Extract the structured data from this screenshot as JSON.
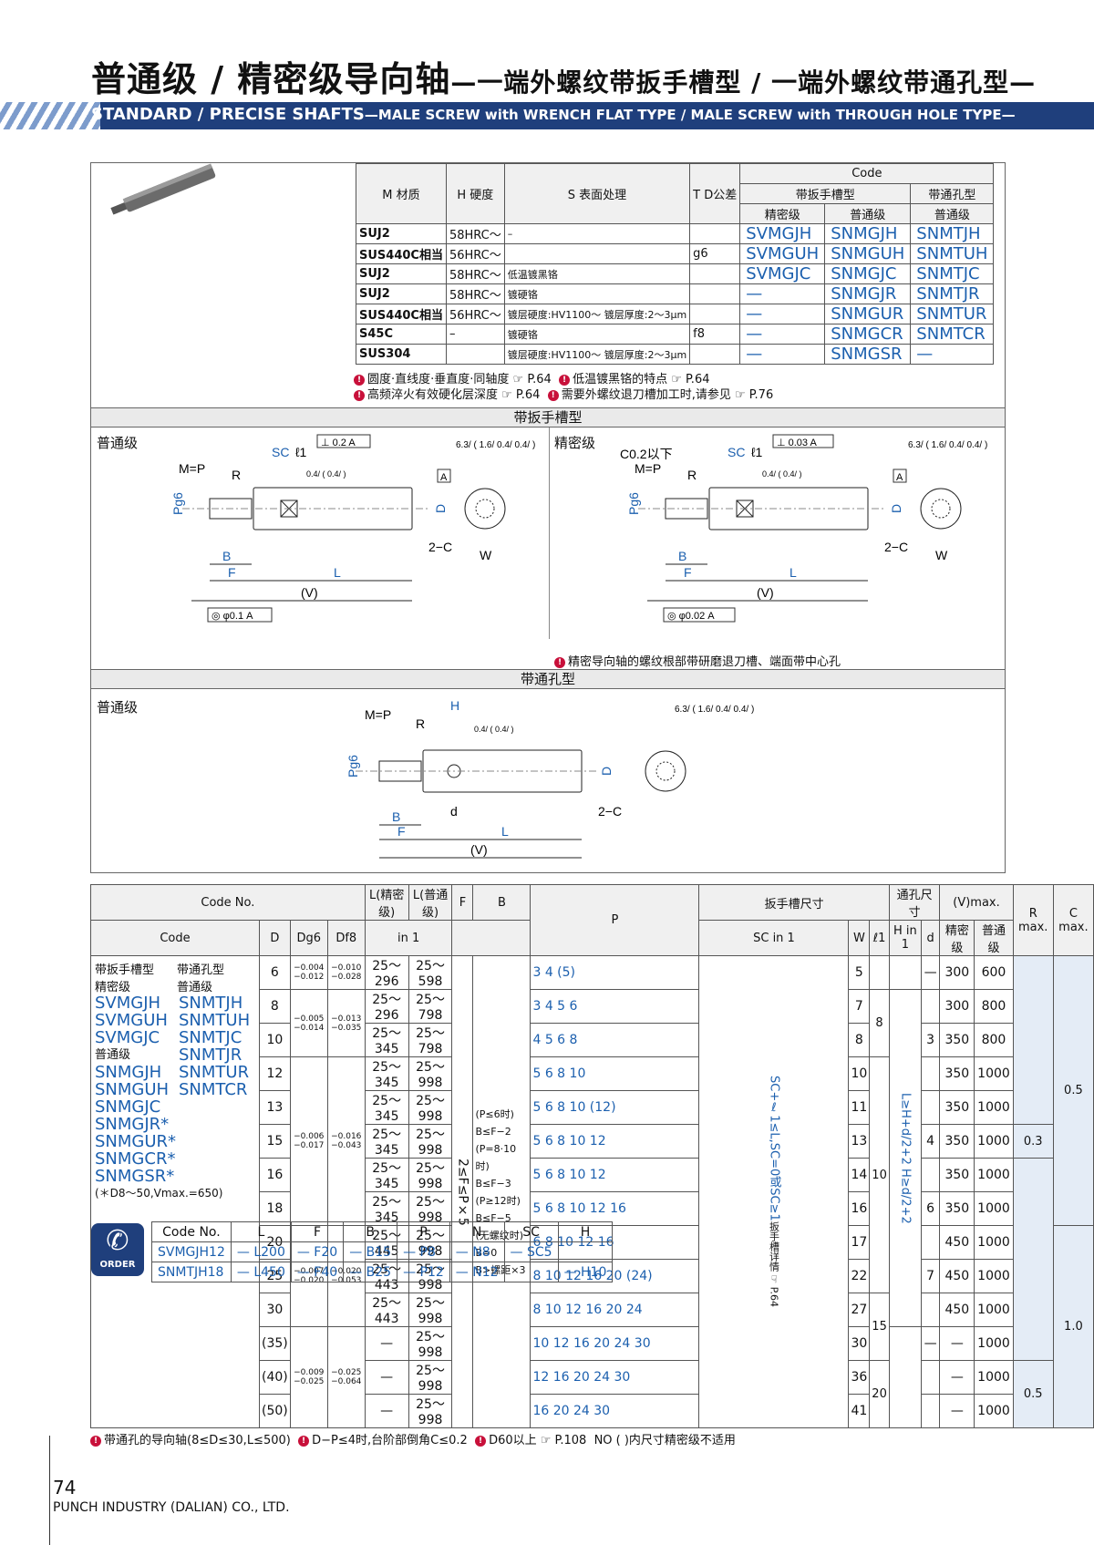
{
  "header": {
    "title": "普通级 / 精密级导向轴",
    "title_sub": "—一端外螺纹带扳手槽型 / 一端外螺纹带通孔型—",
    "subtitle": "STANDARD / PRECISE SHAFTS",
    "subtitle_sub": "—MALE SCREW with WRENCH FLAT TYPE / MALE SCREW with THROUGH HOLE TYPE—"
  },
  "material_table": {
    "headers": {
      "material": "M 材质",
      "hardness": "H 硬度",
      "surface": "S 表面处理",
      "tolerance": "T D公差",
      "code": "Code",
      "wrench": "带扳手槽型",
      "hole": "带通孔型",
      "precise": "精密级",
      "normal": "普通级",
      "normal2": "普通级"
    },
    "rows": [
      {
        "mat": "SUJ2",
        "hard": "58HRC～",
        "surf": "–",
        "tol": "",
        "c1": "SVMGJH",
        "c2": "SNMGJH",
        "c3": "SNMTJH"
      },
      {
        "mat": "SUS440C相当",
        "hard": "56HRC～",
        "surf": "",
        "tol": "g6",
        "c1": "SVMGUH",
        "c2": "SNMGUH",
        "c3": "SNMTUH"
      },
      {
        "mat": "SUJ2",
        "hard": "58HRC～",
        "surf": "低温镀黑铬",
        "tol": "",
        "c1": "SVMGJC",
        "c2": "SNMGJC",
        "c3": "SNMTJC"
      },
      {
        "mat": "SUJ2",
        "hard": "58HRC～",
        "surf": "镀硬铬",
        "tol": "",
        "c1": "—",
        "c2": "SNMGJR",
        "c3": "SNMTJR"
      },
      {
        "mat": "SUS440C相当",
        "hard": "56HRC～",
        "surf": "镀层硬度:HV1100～ 镀层厚度:2～3μm",
        "tol": "",
        "c1": "—",
        "c2": "SNMGUR",
        "c3": "SNMTUR"
      },
      {
        "mat": "S45C",
        "hard": "–",
        "surf": "镀硬铬",
        "tol": "f8",
        "c1": "—",
        "c2": "SNMGCR",
        "c3": "SNMTCR"
      },
      {
        "mat": "SUS304",
        "hard": "",
        "surf": "镀层硬度:HV1100～ 镀层厚度:2～3μm",
        "tol": "",
        "c1": "—",
        "c2": "SNMGSR",
        "c3": "—"
      }
    ],
    "notes": [
      "圆度·直线度·垂直度·同轴度 ☞ P.64",
      "低温镀黑铬的特点 ☞ P.64",
      "高频淬火有效硬化层深度 ☞ P.64",
      "需要外螺纹退刀槽加工时,请参见 ☞ P.76"
    ]
  },
  "sections": {
    "wrench": "带扳手槽型",
    "hole": "带通孔型",
    "normal_label": "普通级",
    "precise_label": "精密级",
    "precise_note": "精密导向轴的螺纹根部带研磨退刀槽、端面带中心孔"
  },
  "drawing_labels": {
    "mp": "M=P",
    "r": "R",
    "sc": "SC",
    "l1": "ℓ1",
    "b": "B",
    "f": "F",
    "l": "L",
    "v": "(V)",
    "d": "D",
    "w": "W",
    "two_c": "2−C",
    "pg6": "Pg6",
    "a": "A",
    "h": "H",
    "dd": "d",
    "perp1": "⊥ 0.2 A",
    "perp2": "⊥ 0.03 A",
    "conc1": "◎ φ0.1 A",
    "conc2": "◎ φ0.02 A",
    "c02": "C0.2以下",
    "rough": "6.3/ ( 1.6/ 0.4/ 0.4/ )",
    "rough2": "0.4/ ( 0.4/ )",
    "r16": "1.6"
  },
  "dim_table": {
    "head": {
      "code_no": "Code No.",
      "code": "Code",
      "D": "D",
      "dg6": "Dg6",
      "df8": "Df8",
      "lp": "L(精密级)",
      "ln": "L(普通级)",
      "in1": "in 1",
      "F": "F",
      "B": "B",
      "P": "P",
      "wrench": "扳手槽尺寸",
      "hole": "通孔尺寸",
      "sc": "SC in 1",
      "w": "W",
      "l1": "ℓ1",
      "h": "H in 1",
      "d": "d",
      "v": "(V)max.",
      "vp": "精密级",
      "vn": "普通级",
      "R": "R max.",
      "C": "C max."
    },
    "codes_left": {
      "wrench_type": "带扳手槽型",
      "hole_type": "带通孔型",
      "precise": "精密级",
      "normal": "普通级",
      "normal2": "普通级",
      "col1": [
        "SVMGJH",
        "SVMGUH",
        "SVMGJC"
      ],
      "col2": [
        "SNMTJH",
        "SNMTUH",
        "SNMTJC",
        "SNMTJR",
        "SNMTUR",
        "SNMTCR"
      ],
      "col3": [
        "SNMGJH",
        "SNMGUH",
        "SNMGJC",
        "SNMGJR*",
        "SNMGUR*",
        "SNMGCR*",
        "SNMGSR*"
      ],
      "footnote": "(＊D8～50,Vmax.=650)"
    },
    "rows": [
      {
        "D": "6",
        "lp": "25～296",
        "ln": "25～598",
        "P": "3 4 (5)",
        "W": "5",
        "d": "—",
        "vp": "300",
        "vn": "600"
      },
      {
        "D": "8",
        "lp": "25～296",
        "ln": "25～798",
        "P": "3 4 5 6",
        "W": "7",
        "d": "",
        "vp": "300",
        "vn": "800"
      },
      {
        "D": "10",
        "lp": "25～345",
        "ln": "25～798",
        "P": "4 5 6 8",
        "W": "8",
        "d": "3",
        "vp": "350",
        "vn": "800"
      },
      {
        "D": "12",
        "lp": "25～345",
        "ln": "25～998",
        "P": "5 6 8 10",
        "W": "10",
        "d": "",
        "vp": "350",
        "vn": "1000"
      },
      {
        "D": "13",
        "lp": "25～345",
        "ln": "25～998",
        "P": "5 6 8 10 (12)",
        "W": "11",
        "d": "",
        "vp": "350",
        "vn": "1000"
      },
      {
        "D": "15",
        "lp": "25～345",
        "ln": "25～998",
        "P": "5 6 8 10 12",
        "W": "13",
        "d": "4",
        "vp": "350",
        "vn": "1000"
      },
      {
        "D": "16",
        "lp": "25～345",
        "ln": "25～998",
        "P": "5 6 8 10 12",
        "W": "14",
        "d": "",
        "vp": "350",
        "vn": "1000"
      },
      {
        "D": "18",
        "lp": "25～345",
        "ln": "25～998",
        "P": "5 6 8 10 12 16",
        "W": "16",
        "d": "6",
        "vp": "350",
        "vn": "1000"
      },
      {
        "D": "20",
        "lp": "25～445",
        "ln": "25～998",
        "P": "6 8 10 12 16",
        "W": "17",
        "d": "",
        "vp": "450",
        "vn": "1000"
      },
      {
        "D": "25",
        "lp": "25～443",
        "ln": "25～998",
        "P": "8 10 12 16 20 (24)",
        "W": "22",
        "d": "7",
        "vp": "450",
        "vn": "1000"
      },
      {
        "D": "30",
        "lp": "25～443",
        "ln": "25～998",
        "P": "8 10 12 16 20 24",
        "W": "27",
        "d": "",
        "vp": "450",
        "vn": "1000"
      },
      {
        "D": "(35)",
        "lp": "—",
        "ln": "25～998",
        "P": "10 12 16 20 24 30",
        "W": "30",
        "d": "—",
        "vp": "—",
        "vn": "1000"
      },
      {
        "D": "(40)",
        "lp": "—",
        "ln": "25～998",
        "P": "12 16 20 24 30",
        "W": "36",
        "d": "",
        "vp": "—",
        "vn": "1000"
      },
      {
        "D": "(50)",
        "lp": "—",
        "ln": "25～998",
        "P": "16 20 24 30",
        "W": "41",
        "d": "",
        "vp": "—",
        "vn": "1000"
      }
    ],
    "tol": {
      "dg6": [
        "−0.004 −0.012",
        "−0.005 −0.014",
        "−0.006 −0.017",
        "−0.007 −0.020",
        "−0.009 −0.025"
      ],
      "df8": [
        "−0.010 −0.028",
        "−0.013 −0.035",
        "−0.016 −0.043",
        "−0.020 −0.053",
        "−0.025 −0.064"
      ]
    },
    "l1": [
      "8",
      "10",
      "15",
      "20"
    ],
    "F_rule": "2≤F≤P×5",
    "B_rules": [
      "(P≤6时)",
      "B≤F−2",
      "(P=8·10时)",
      "B≤F−3",
      "(P≥12时)",
      "B≤F−5",
      "(无螺纹时)",
      "B=0",
      "B>螺距×3"
    ],
    "sc_rule": "SC+ℓ1≤L,SC=0或SC≥1",
    "sc_note": "扳手槽详情 ☞ P.64",
    "h_rule": "L≥H+d/2+2  H≥d/2+2",
    "R": [
      "0.3",
      "0.5"
    ],
    "C": [
      "0.5",
      "1.0"
    ],
    "notes": [
      "带通孔的导向轴(8≤D≤30,L≤500)",
      "D−P≤4时,台阶部倒角C≤0.2",
      "D60以上 ☞ P.108",
      "NO ( )内尺寸精密级不适用"
    ]
  },
  "order": {
    "icon_label": "ORDER",
    "headers": [
      "Code No.",
      "L",
      "F",
      "B",
      "P",
      "N",
      "SC",
      "H"
    ],
    "rows": [
      [
        "SVMGJH12",
        "— L200",
        "— F20",
        "— B15",
        "— P8",
        "— N8",
        "— SC5",
        ""
      ],
      [
        "SNMTJH18",
        "— L450",
        "— F40",
        "— B25",
        "— P12",
        "— N12",
        "",
        "— H10"
      ]
    ]
  },
  "footer": {
    "page": "74",
    "company": "PUNCH INDUSTRY (DALIAN) CO., LTD."
  }
}
